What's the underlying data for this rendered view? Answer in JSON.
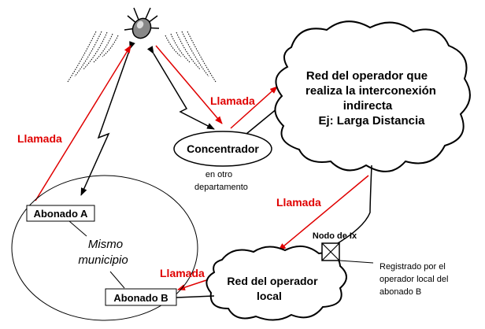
{
  "labels": {
    "call_left": "Llamada",
    "call_top": "Llamada",
    "call_mid": "Llamada",
    "call_bottom": "Llamada",
    "concentrator": "Concentrador",
    "concentrator_note_1": "en otro",
    "concentrator_note_2": "departamento",
    "subscriber_a": "Abonado A",
    "subscriber_b": "Abonado B",
    "municipality_1": "Mismo",
    "municipality_2": "municipio",
    "indirect_network_1": "Red del operador que",
    "indirect_network_2": "realiza la interconexión",
    "indirect_network_3": "indirecta",
    "indirect_network_4": "Ej: Larga Distancia",
    "local_network_1": "Red del operador",
    "local_network_2": "local",
    "interconnection_node": "Nodo de Ix",
    "registered_1": "Registrado por el",
    "registered_2": "operador local del",
    "registered_3": "abonado B"
  },
  "colors": {
    "call": "#e00000",
    "ink": "#000000"
  }
}
